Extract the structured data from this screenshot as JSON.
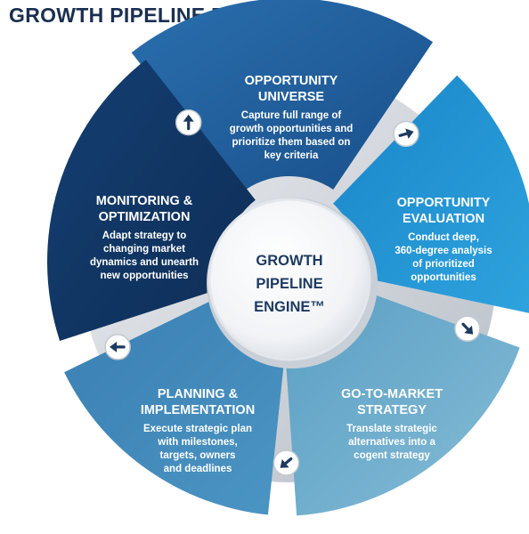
{
  "title": {
    "text": "GROWTH PIPELINE ENGINE",
    "mark": "TM"
  },
  "center": {
    "lines": [
      "GROWTH",
      "PIPELINE",
      "ENGINE™"
    ]
  },
  "segments": [
    {
      "title": [
        "OPPORTUNITY",
        "UNIVERSE"
      ],
      "desc": [
        "Capture full range of",
        "growth opportunities and",
        "prioritize them based on",
        "key criteria"
      ]
    },
    {
      "title": [
        "OPPORTUNITY",
        "EVALUATION"
      ],
      "desc": [
        "Conduct deep,",
        "360-degree analysis",
        "of prioritized",
        "opportunities"
      ]
    },
    {
      "title": [
        "GO-TO-MARKET",
        "STRATEGY"
      ],
      "desc": [
        "Translate strategic",
        "alternatives into a",
        "cogent strategy"
      ]
    },
    {
      "title": [
        "PLANNING &",
        "IMPLEMENTATION"
      ],
      "desc": [
        "Execute strategic plan",
        "with milestones,",
        "targets, owners",
        "and deadlines"
      ]
    },
    {
      "title": [
        "MONITORING &",
        "OPTIMIZATION"
      ],
      "desc": [
        "Adapt strategy to",
        "changing market",
        "dynamics and unearth",
        "new opportunities"
      ]
    }
  ],
  "icons": {
    "connector": "arrow-icon"
  },
  "colors": {
    "title": "#1a2f50",
    "center_text": "#1d3a5f",
    "segments": [
      "#1f5c99",
      "#1f8fd0",
      "#6aaccb",
      "#3f87b8",
      "#123766"
    ]
  }
}
